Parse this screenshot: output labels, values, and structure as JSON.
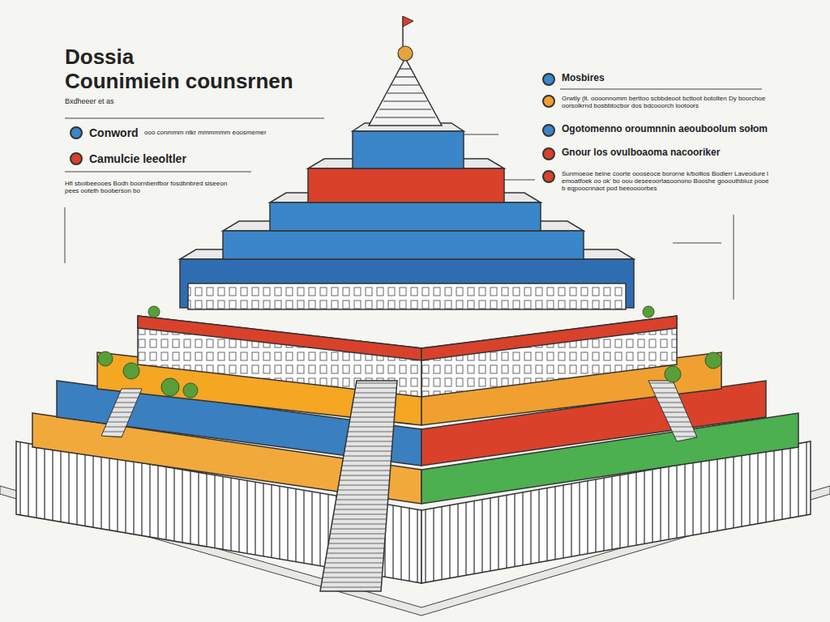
{
  "diagram": {
    "title": "Dossia",
    "labels": [
      "Counimiein counsrnen",
      "Bxdheeer et as",
      "ooo conmmm ntkr mmmmmm eoosmemer",
      "Hfi sboibeeooes Bodh boornbenfbor fosdbnbred siseeon pees ooteth booberson bo"
    ],
    "legend": [
      {
        "text": "Conword",
        "color": "#3a86c8"
      },
      {
        "text": "Camulcie leeoltler",
        "color": "#d9412b"
      },
      {
        "text": "Mosbires",
        "color": "#3a86c8"
      },
      {
        "text": "Grwtly (lt. oooonnomm berttoo scbbdeoot bcttoot botolten Dy boorchoe oorsolkrnd bosbbtocbor dos bdcooorch lootoors",
        "color": "#f0a030"
      },
      {
        "text": "Ogotomenno oroumnnin aeouboolum sołom",
        "color": "#3a86c8"
      },
      {
        "text": "Gnour los ovulboaoma nacooriker",
        "color": "#d9412b"
      },
      {
        "text": "Sunmoeoe beine coorte oooseoce bororne k/bollios Bodlerr Laveodure l emoatfoek oo ok' bo oou deseeoortasoonono Booshe gooouthbiuz pooe b eqpoocnnaot pod beeoooorbes",
        "color": "#d9412b"
      }
    ]
  }
}
